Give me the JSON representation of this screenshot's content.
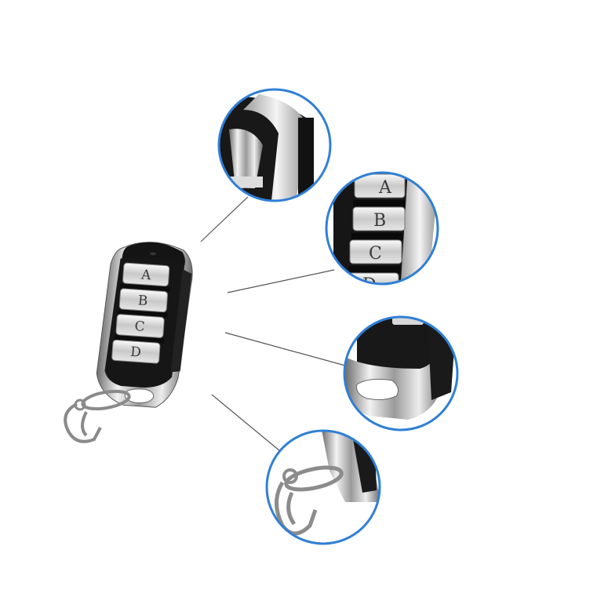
{
  "remote": {
    "buttons": [
      {
        "label": "A"
      },
      {
        "label": "B"
      },
      {
        "label": "C"
      },
      {
        "label": "D"
      }
    ]
  },
  "zoom_buttons": [
    "A",
    "B",
    "C",
    "D"
  ],
  "colors": {
    "circle_border": "#2f7fd6",
    "leader_line": "#555555",
    "remote_black": "#1a1a1a",
    "chrome_light": "#e8e8e8",
    "chrome_dark": "#7c7c7c"
  }
}
